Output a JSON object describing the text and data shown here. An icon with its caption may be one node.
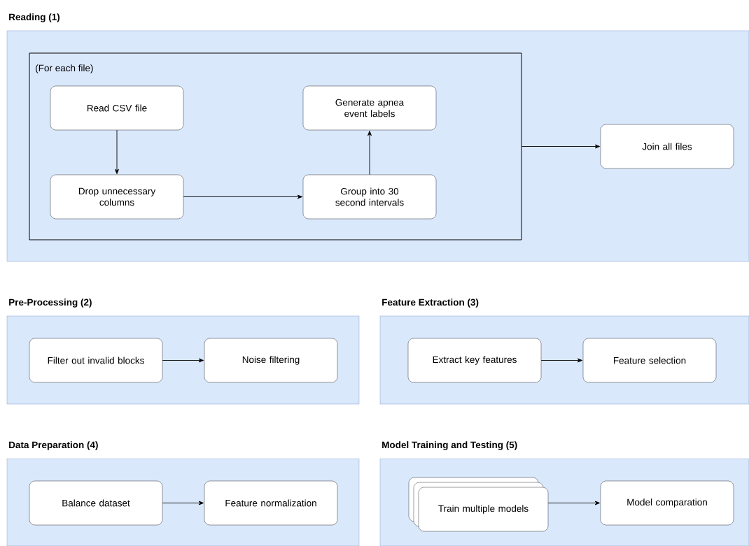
{
  "diagram": {
    "nodes": [
      {
        "text": [
          "Reading (1)"
        ]
      },
      {
        "text": [
          "(For each file)"
        ],
        "in": 0
      },
      {
        "text": [
          "Read CSV file"
        ],
        "in": 1
      },
      {
        "text": [
          "Generate apnea event labels"
        ],
        "in": 1
      },
      {
        "text": [
          "Drop unnecessary columns"
        ],
        "in": 1
      },
      {
        "text": [
          "Group into 30 second intervals"
        ],
        "in": 1
      },
      {
        "text": [
          "Join all files"
        ],
        "in": 0
      },
      {
        "text": [
          "Pre-Processing (2)"
        ]
      },
      {
        "text": [
          "Filter out invalid blocks"
        ],
        "in": 7
      },
      {
        "text": [
          "Noise filtering"
        ],
        "in": 7
      },
      {
        "text": [
          "Feature Extraction (3)"
        ]
      },
      {
        "text": [
          "Extract key features"
        ],
        "in": 10
      },
      {
        "text": [
          "Feature selection"
        ],
        "in": 10
      },
      {
        "text": [
          "Data Preparation (4)"
        ]
      },
      {
        "text": [
          "Balance dataset"
        ],
        "in": 13
      },
      {
        "text": [
          "Feature normalization"
        ],
        "in": 13
      },
      {
        "text": [
          "Model Training and Testing (5)"
        ]
      },
      {
        "text": [
          "Train multiple models"
        ],
        "in": 16
      },
      {
        "text": [
          "Model comparation"
        ],
        "in": 16
      }
    ],
    "edges": [
      {
        "from": 2,
        "to": 4,
        "arrow": "to"
      },
      {
        "from": 4,
        "to": 5,
        "arrow": "to"
      },
      {
        "from": 5,
        "to": 3,
        "arrow": "to"
      },
      {
        "from": 1,
        "to": 6,
        "arrow": "to"
      },
      {
        "from": 8,
        "to": 9,
        "arrow": "to"
      },
      {
        "from": 11,
        "to": 12,
        "arrow": "to"
      },
      {
        "from": 14,
        "to": 15,
        "arrow": "to"
      },
      {
        "from": 17,
        "to": 18,
        "arrow": "to"
      }
    ]
  }
}
